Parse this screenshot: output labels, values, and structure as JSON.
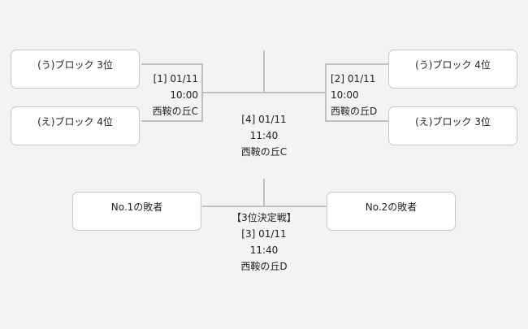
{
  "teams": {
    "left_top": "(う)ブロック 3位",
    "left_bottom": "(え)ブロック 4位",
    "right_top": "(う)ブロック 4位",
    "right_bottom": "(え)ブロック 3位",
    "loser1": "No.1の敗者",
    "loser2": "No.2の敗者"
  },
  "matches": {
    "m1": {
      "id": "[1] 01/11",
      "time": "10:00",
      "venue": "西鞍の丘C"
    },
    "m2": {
      "id": "[2] 01/11",
      "time": "10:00",
      "venue": "西鞍の丘D"
    },
    "m4": {
      "id": "[4] 01/11",
      "time": "11:40",
      "venue": "西鞍の丘C"
    },
    "m3": {
      "title": "【3位決定戦】",
      "id": "[3] 01/11",
      "time": "11:40",
      "venue": "西鞍の丘D"
    }
  }
}
